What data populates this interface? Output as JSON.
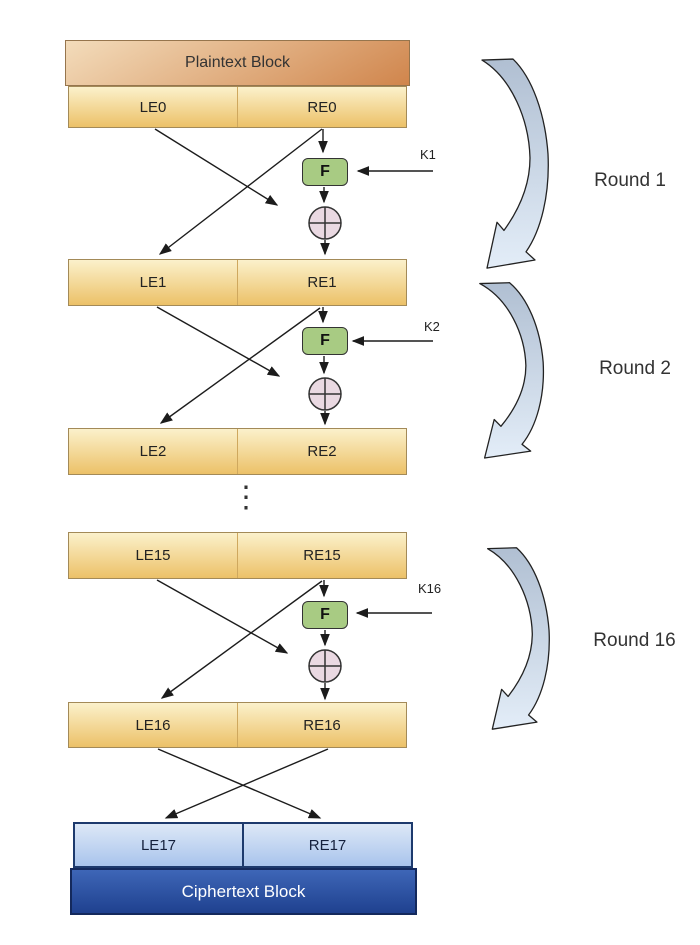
{
  "blocks": {
    "plaintext": "Plaintext Block",
    "ciphertext": "Ciphertext Block"
  },
  "registers": [
    {
      "left": "LE0",
      "right": "RE0"
    },
    {
      "left": "LE1",
      "right": "RE1"
    },
    {
      "left": "LE2",
      "right": "RE2"
    },
    {
      "left": "LE15",
      "right": "RE15"
    },
    {
      "left": "LE16",
      "right": "RE16"
    },
    {
      "left": "LE17",
      "right": "RE17"
    }
  ],
  "rounds": [
    {
      "label": "Round 1",
      "key": "K1",
      "f": "F"
    },
    {
      "label": "Round 2",
      "key": "K2",
      "f": "F"
    },
    {
      "label": "Round 16",
      "key": "K16",
      "f": "F"
    }
  ],
  "ellipsis": "⋮",
  "colors": {
    "plaintext_top": "#f3dcbb",
    "plaintext_bottom": "#d0854c",
    "register_top": "#fbf1cb",
    "register_bottom": "#ecc168",
    "register_border": "#a38a58",
    "result_top": "#dde8f7",
    "result_bottom": "#a9c4ec",
    "result_border": "#1d3a6d",
    "cipher_top": "#3e66b7",
    "cipher_bottom": "#1f418f",
    "cipher_border": "#14295c",
    "f_fill": "#a8cb83",
    "xor_fill": "#ead9e2",
    "arrow": "#1c1c1c",
    "curved_top": "#b0bfd2",
    "curved_bottom": "#e3edf8"
  }
}
